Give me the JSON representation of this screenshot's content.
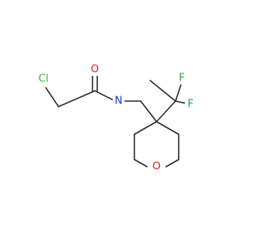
{
  "molecule": {
    "atoms": [
      {
        "symbol": "Cl",
        "color": "#3cb043"
      },
      {
        "symbol": "O",
        "color": "#e01e1e"
      },
      {
        "symbol": "N",
        "color": "#2233cc"
      },
      {
        "symbol": "F",
        "color": "#2a9d3a"
      },
      {
        "symbol": "F",
        "color": "#2a9d3a"
      },
      {
        "symbol": "O",
        "color": "#e01e1e"
      }
    ]
  }
}
